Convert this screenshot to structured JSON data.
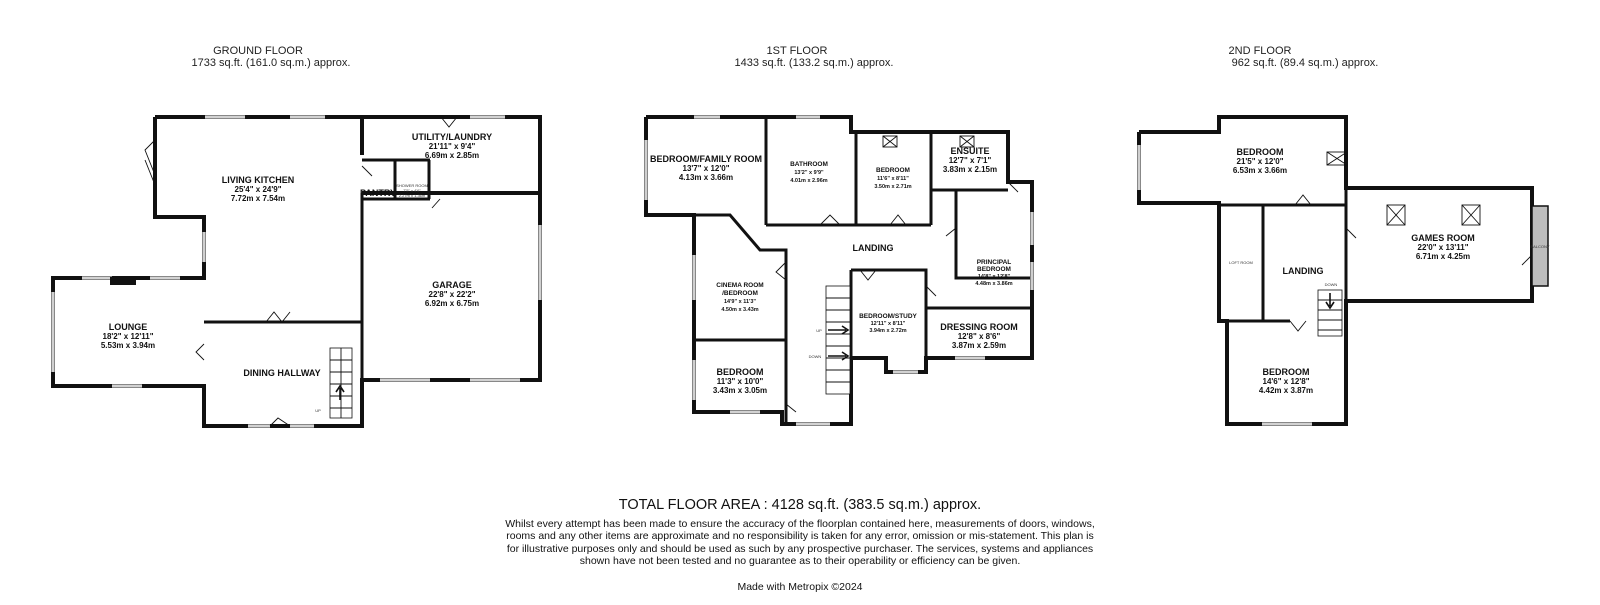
{
  "floors": {
    "ground": {
      "title": "GROUND FLOOR",
      "area": "1733 sq.ft. (161.0 sq.m.) approx.",
      "rooms": {
        "living_kitchen": {
          "name": "LIVING KITCHEN",
          "imp": "25'4\"  x 24'9\"",
          "met": "7.72m  x 7.54m"
        },
        "utility": {
          "name": "UTILITY/LAUNDRY",
          "imp": "21'11\"  x 9'4\"",
          "met": "6.69m  x 2.85m"
        },
        "pantry": {
          "name": "PANTRY"
        },
        "shower": {
          "name": "SHOWER ROOM",
          "imp": "7'5\" x 4'6\"",
          "met": "2.27m x 1.36m"
        },
        "garage": {
          "name": "GARAGE",
          "imp": "22'8\"  x 22'2\"",
          "met": "6.92m  x 6.75m"
        },
        "lounge": {
          "name": "LOUNGE",
          "imp": "18'2\"  x 12'11\"",
          "met": "5.53m  x 3.94m"
        },
        "dining": {
          "name": "DINING HALLWAY"
        },
        "up_label": "UP"
      }
    },
    "first": {
      "title": "1ST FLOOR",
      "area": "1433 sq.ft. (133.2 sq.m.) approx.",
      "rooms": {
        "family": {
          "name": "BEDROOM/FAMILY ROOM",
          "imp": "13'7\"  x 12'0\"",
          "met": "4.13m  x 3.66m"
        },
        "bathroom": {
          "name": "BATHROOM",
          "imp": "13'2\"  x 9'9\"",
          "met": "4.01m  x 2.96m"
        },
        "bedroom": {
          "name": "BEDROOM",
          "imp": "11'6\"  x 8'11\"",
          "met": "3.50m  x 2.71m"
        },
        "ensuite": {
          "name": "ENSUITE",
          "imp": "12'7\"  x 7'1\"",
          "met": "3.83m  x 2.15m"
        },
        "landing": {
          "name": "LANDING"
        },
        "principal_line1": "PRINCIPAL",
        "principal_line2": "BEDROOM",
        "principal_imp": "14'8\"  x 12'8\"",
        "principal_met": "4.48m  x 3.86m",
        "cinema_line1": "CINEMA ROOM",
        "cinema_line2": "/BEDROOM",
        "cinema_imp": "14'9\"  x 11'3\"",
        "cinema_met": "4.50m  x 3.43m",
        "study": {
          "name": "BEDROOM/STUDY",
          "imp": "12'11\"  x 8'11\"",
          "met": "3.94m  x 2.72m"
        },
        "dressing": {
          "name": "DRESSING ROOM",
          "imp": "12'8\"  x 8'6\"",
          "met": "3.87m  x 2.59m"
        },
        "bedroom2": {
          "name": "BEDROOM",
          "imp": "11'3\"  x 10'0\"",
          "met": "3.43m  x 3.05m"
        },
        "up_label": "UP",
        "down_label": "DOWN"
      }
    },
    "second": {
      "title": "2ND FLOOR",
      "area": "962 sq.ft. (89.4 sq.m.) approx.",
      "rooms": {
        "bedroom_top": {
          "name": "BEDROOM",
          "imp": "21'5\"  x 12'0\"",
          "met": "6.53m  x 3.66m"
        },
        "games": {
          "name": "GAMES ROOM",
          "imp": "22'0\"  x 13'11\"",
          "met": "6.71m  x 4.25m"
        },
        "loft": {
          "name": "LOFT ROOM"
        },
        "landing": {
          "name": "LANDING"
        },
        "bedroom_bottom": {
          "name": "BEDROOM",
          "imp": "14'6\"  x 12'8\"",
          "met": "4.42m  x 3.87m"
        },
        "down_label": "DOWN",
        "balcony_label": "BALCONY"
      }
    }
  },
  "total": "TOTAL FLOOR AREA : 4128 sq.ft. (383.5 sq.m.) approx.",
  "disclaimer": "Whilst every attempt has been made to ensure the accuracy of the floorplan contained here, measurements of doors, windows, rooms and any other items are approximate and no responsibility is taken for any error, omission or mis-statement. This plan is for illustrative purposes only and should be used as such by any prospective purchaser. The services, systems and appliances shown have not been tested and no guarantee as to their operability or efficiency can be given.",
  "made_with": "Made with Metropix ©2024"
}
